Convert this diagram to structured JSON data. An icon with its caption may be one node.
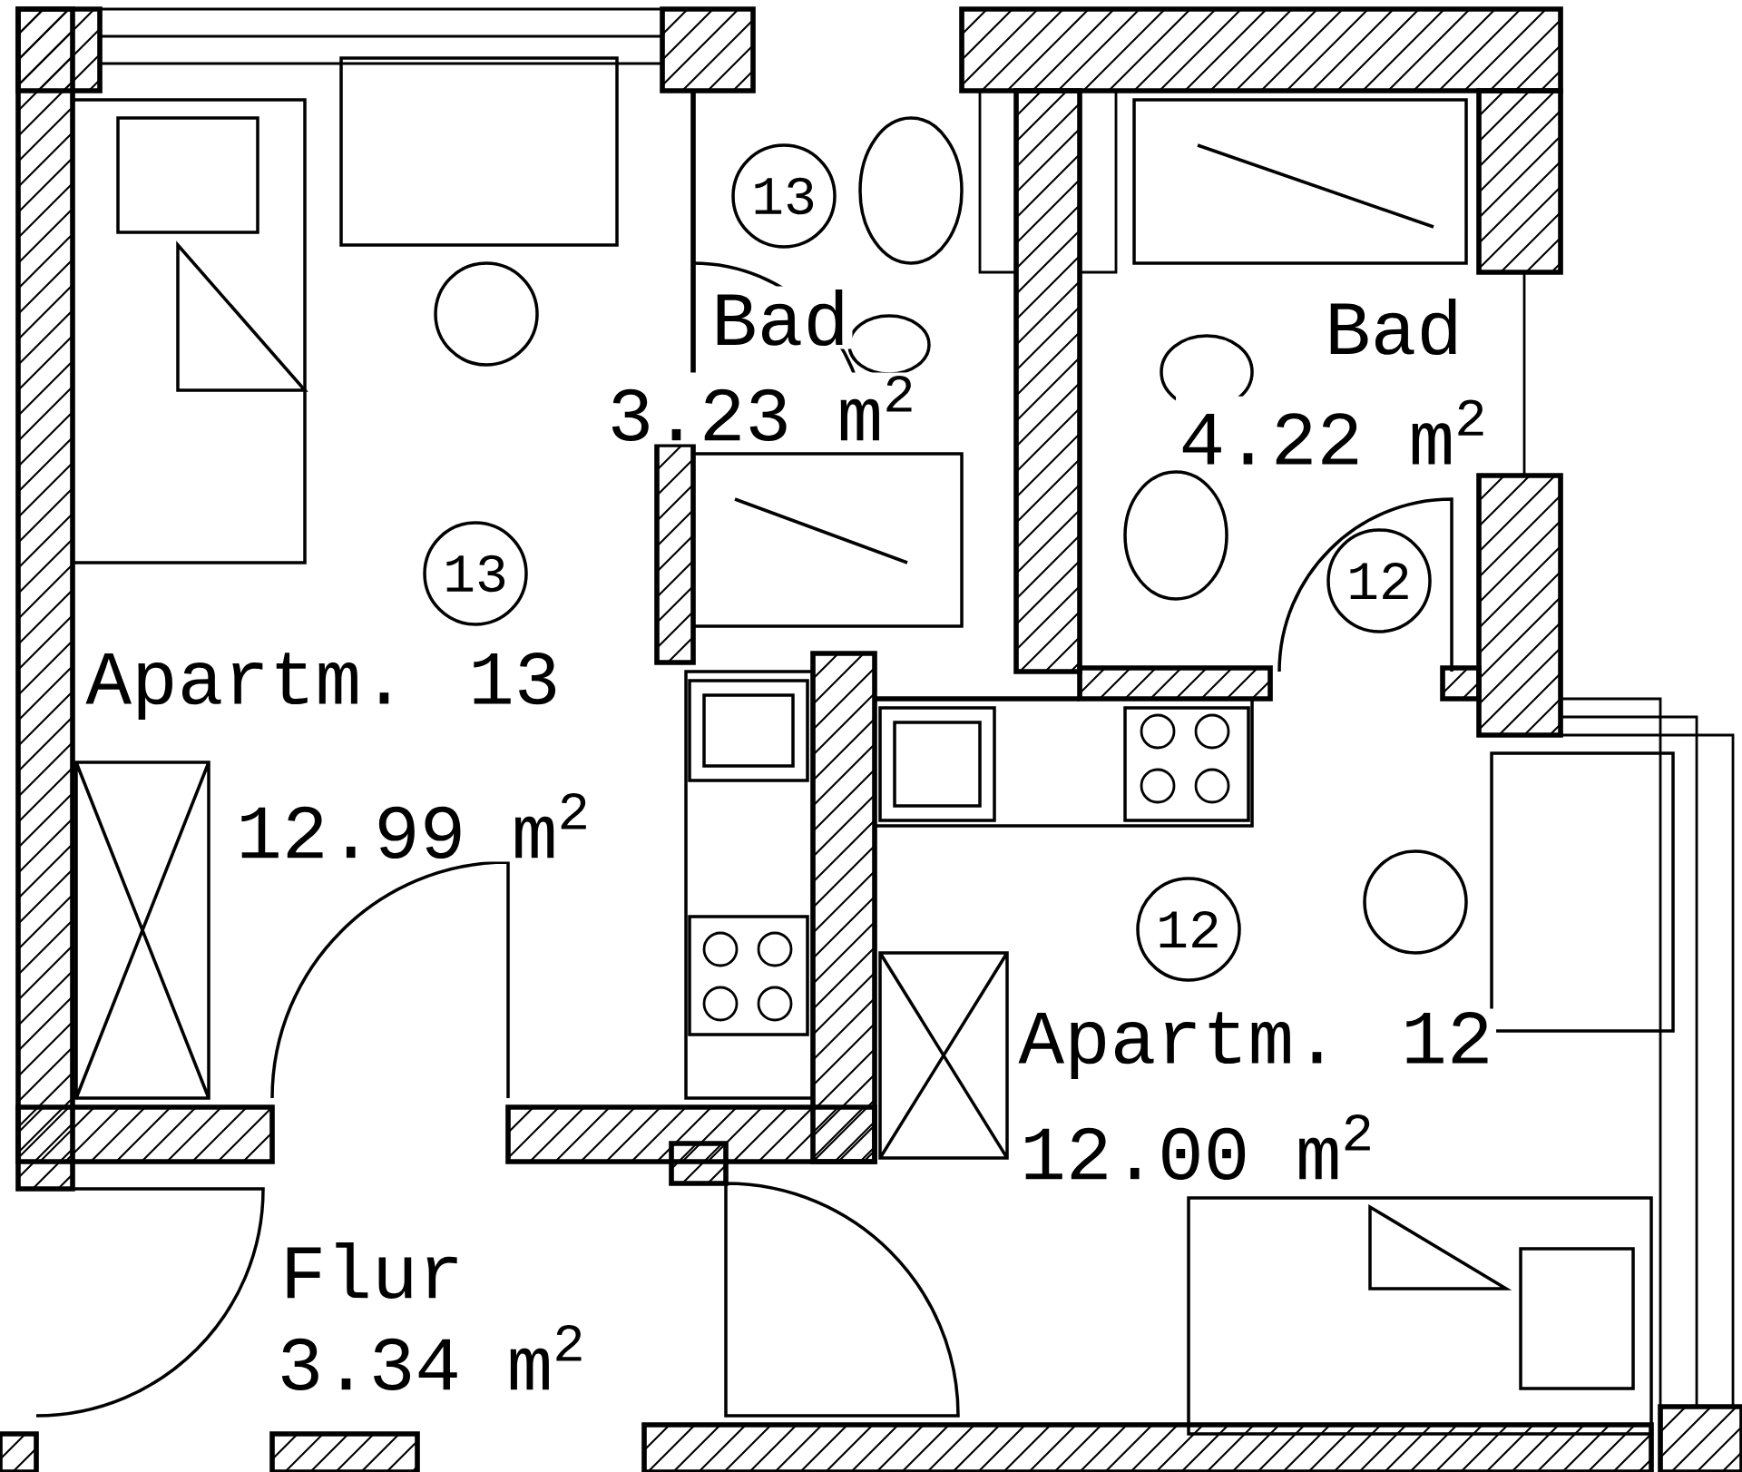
{
  "diagram": {
    "nodes": [
      {
        "text": [
          "13"
        ],
        "beside": [
          "Bad",
          "3.23 m$^{2}$"
        ]
      },
      {
        "text": [
          "12"
        ],
        "beside": [
          "Bad",
          "4.22 m$^{2}$"
        ]
      },
      {
        "text": [
          "13"
        ],
        "beside": [
          "Apartm. 13",
          "12.99 m$^{2}$"
        ]
      },
      {
        "text": [
          "12"
        ],
        "beside": [
          "Apartm. 12",
          "12.00 m$^{2}$"
        ]
      }
    ],
    "labels": [
      "Flur",
      "3.34 m$^{2}$"
    ]
  }
}
